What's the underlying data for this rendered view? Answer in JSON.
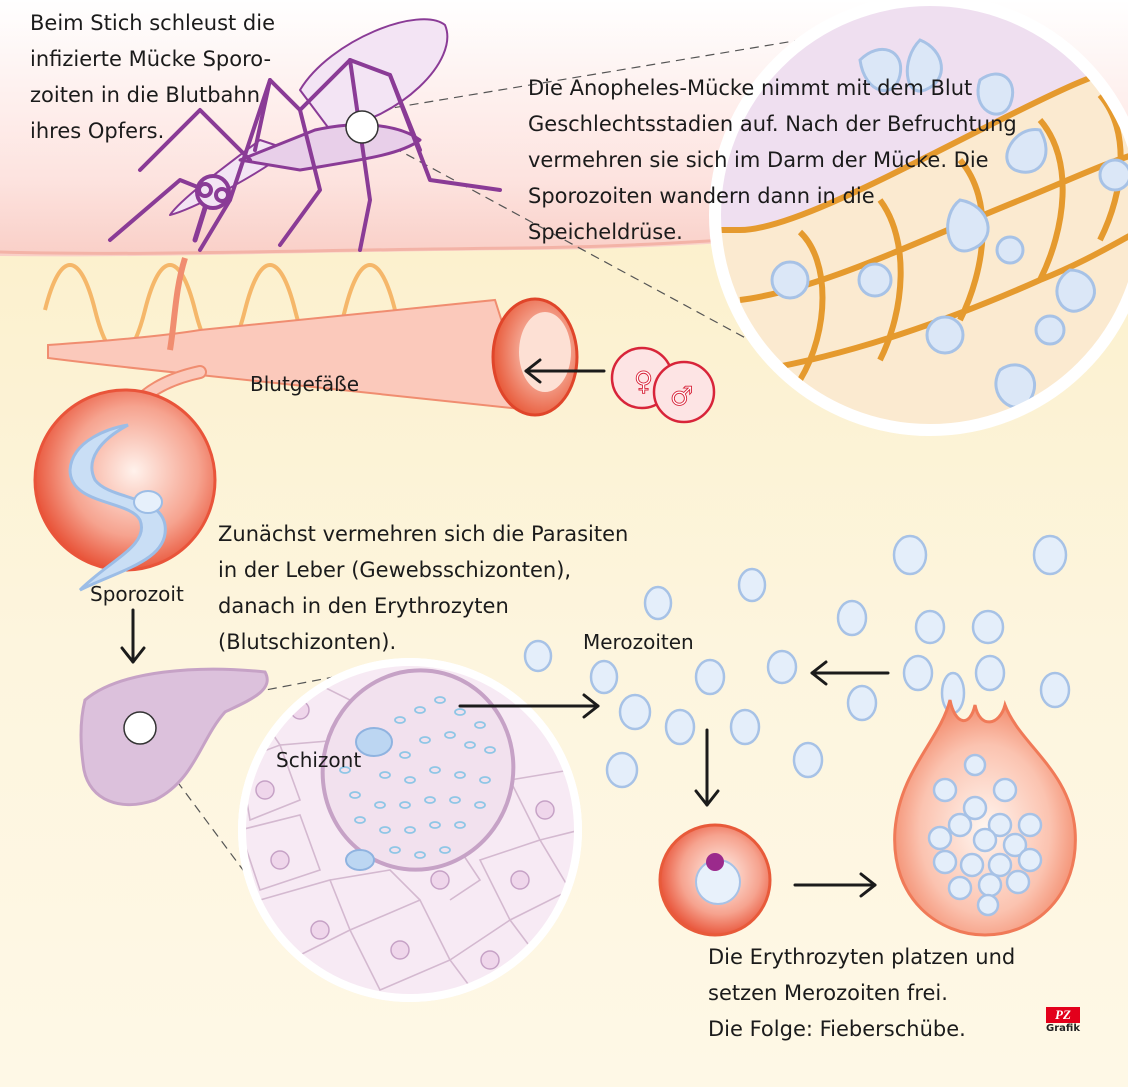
{
  "texts": {
    "mosquito_bite": "Beim Stich schleust die\ninfizierte Mücke Sporo-\nzoiten in die Blutbahn\nihres Opfers.",
    "anopheles": "Die Anopheles-Mücke nimmt mit dem Blut\nGeschlechtsstadien auf. Nach der Befruchtung\nvermehren sie sich im Darm der Mücke. Die\nSporozoiten wandern dann in die\nSpeicheldrüse.",
    "liver": "Zunächst vermehren sich die Parasiten\nin der Leber (Gewebsschizonten),\ndanach in den Erythrozyten\n(Blutschizonten).",
    "erythrocytes": "Die Erythrozyten platzen und\nsetzen Merozoiten frei.\nDie Folge: Fieberschübe."
  },
  "labels": {
    "blood_vessels": "Blutgefäße",
    "sporozoite": "Sporozoit",
    "merozoites": "Merozoiten",
    "schizont": "Schizont",
    "female_symbol": "♀",
    "male_symbol": "♂"
  },
  "logo": {
    "brand": "PZ",
    "sub": "Grafik"
  },
  "colors": {
    "mosquito": "#8a3b96",
    "blood_red": "#e8472c",
    "vessel": "#f7b3a2",
    "parasite_blue": "#b9d3ef",
    "cell_orange": "#e59a2e",
    "liver": "#dcc1dc"
  }
}
